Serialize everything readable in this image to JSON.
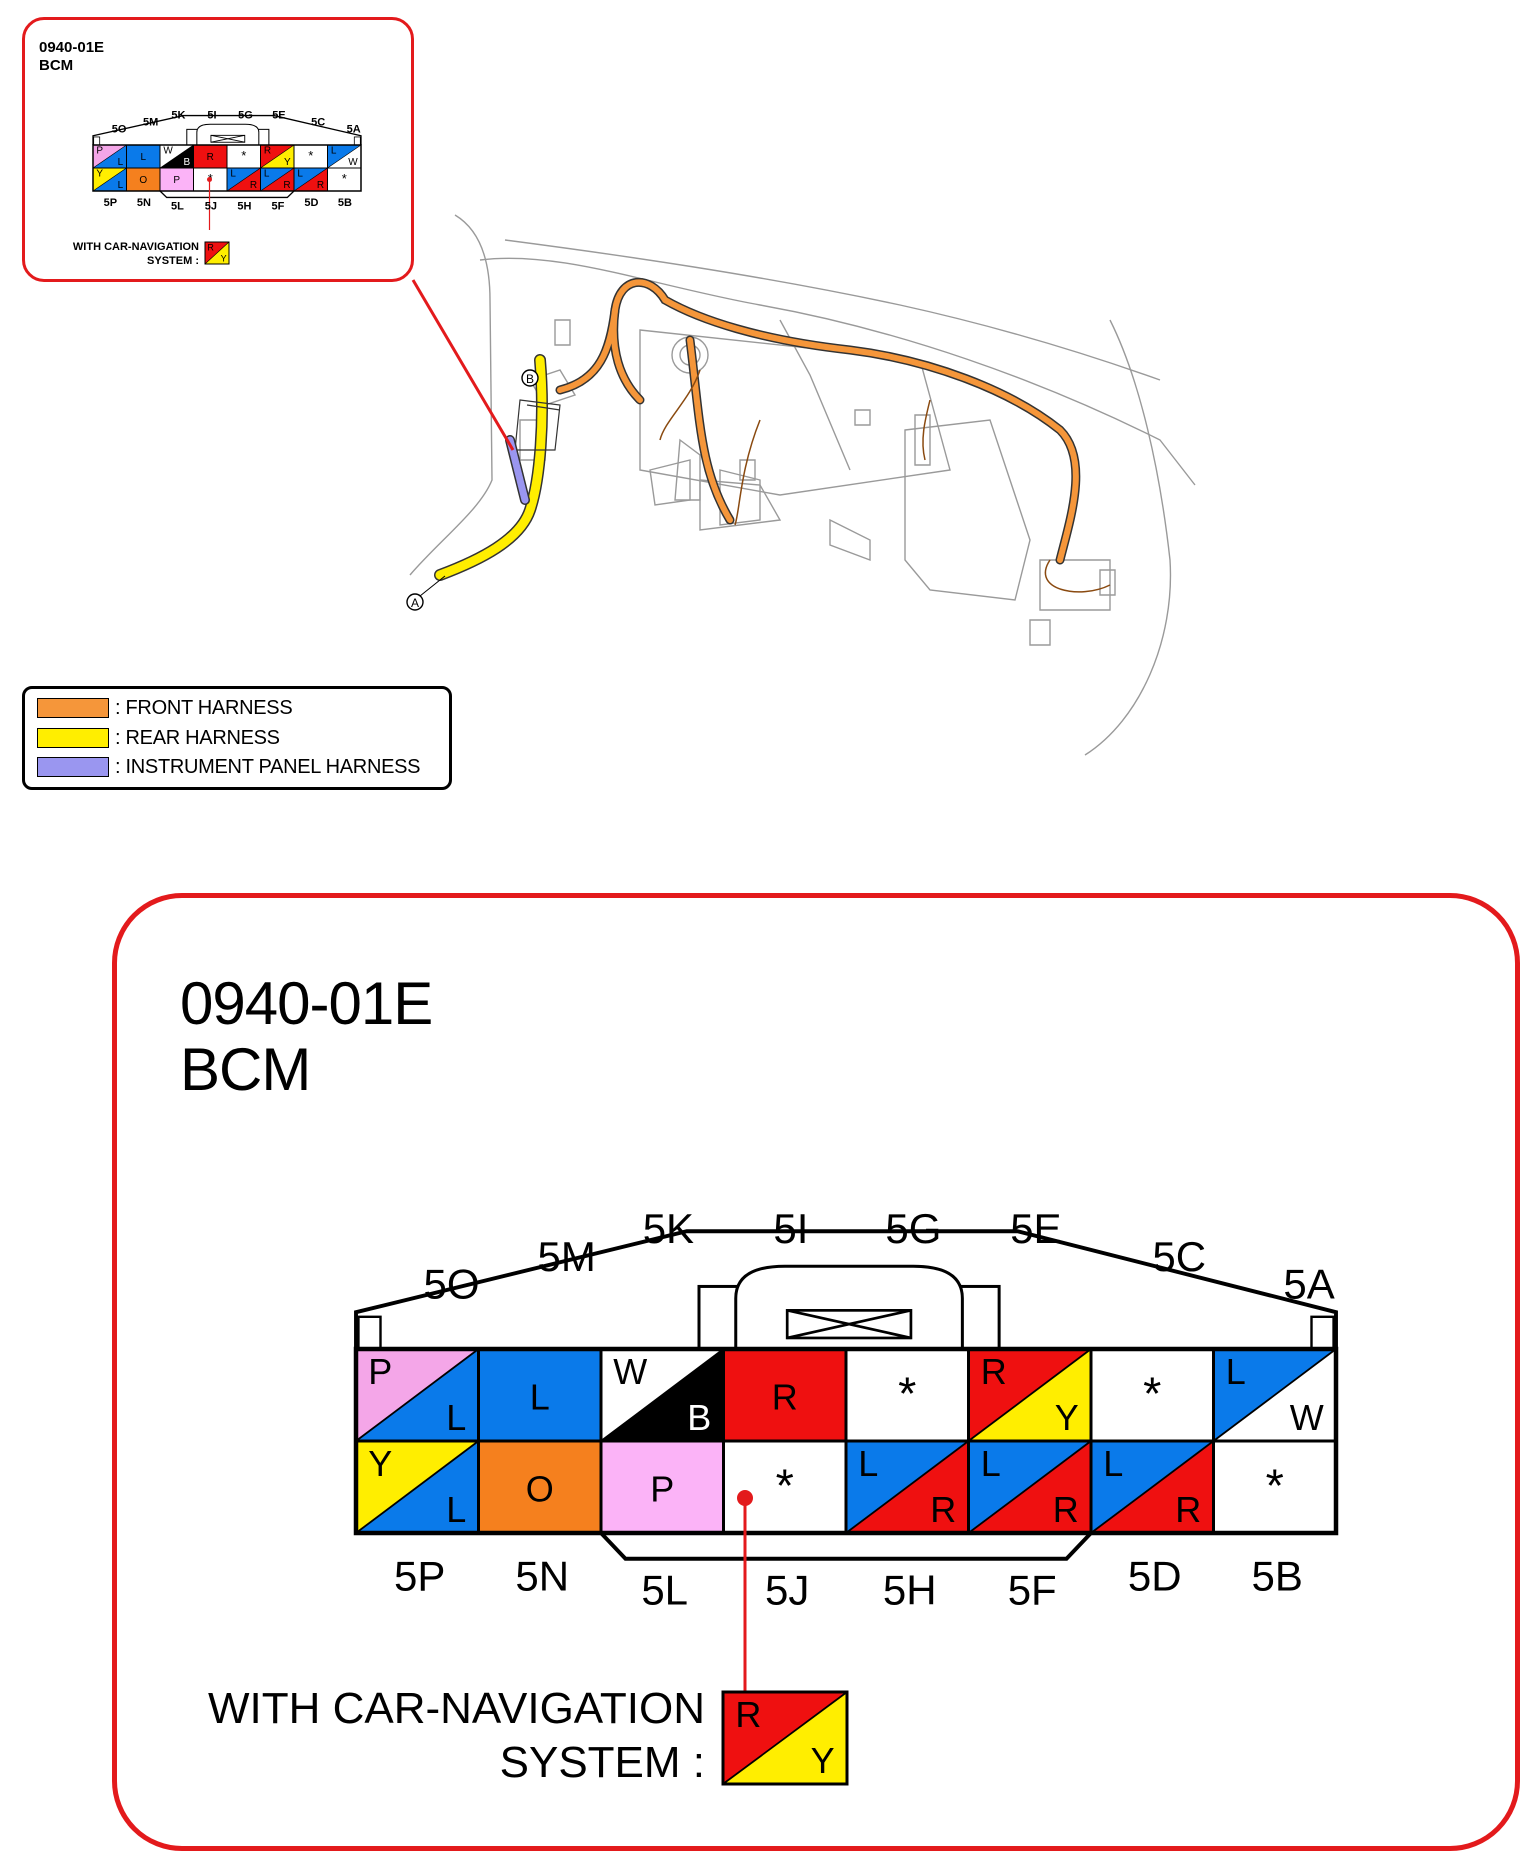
{
  "connector": {
    "code": "0940-01E",
    "name": "BCM"
  },
  "pin_labels_top": [
    "5O",
    "5M",
    "5K",
    "5I",
    "5G",
    "5E",
    "5C",
    "5A"
  ],
  "pin_labels_bottom": [
    "5P",
    "5N",
    "5L",
    "5J",
    "5H",
    "5F",
    "5D",
    "5B"
  ],
  "pins_top": [
    {
      "pin": "5O",
      "c1": "#f4a6e8",
      "t1": "P",
      "c2": "#0a7aea",
      "t2": "L"
    },
    {
      "pin": "5M",
      "c1": "#0a7aea",
      "t1": "L"
    },
    {
      "pin": "5K",
      "c1": "#ffffff",
      "t1": "W",
      "c2": "#000000",
      "t2": "B"
    },
    {
      "pin": "5I",
      "c1": "#ef1010",
      "t1": "R"
    },
    {
      "pin": "5G",
      "c1": "#ffffff",
      "t1": "*"
    },
    {
      "pin": "5E",
      "c1": "#ef1010",
      "t1": "R",
      "c2": "#ffee00",
      "t2": "Y"
    },
    {
      "pin": "5C",
      "c1": "#ffffff",
      "t1": "*"
    },
    {
      "pin": "5A",
      "c1": "#0a7aea",
      "t1": "L",
      "c2": "#ffffff",
      "t2": "W"
    }
  ],
  "pins_bottom": [
    {
      "pin": "5P",
      "c1": "#ffee00",
      "t1": "Y",
      "c2": "#0a7aea",
      "t2": "L"
    },
    {
      "pin": "5N",
      "c1": "#f5801e",
      "t1": "O"
    },
    {
      "pin": "5L",
      "c1": "#fbb3f7",
      "t1": "P"
    },
    {
      "pin": "5J",
      "c1": "#ffffff",
      "t1": "*"
    },
    {
      "pin": "5H",
      "c1": "#0a7aea",
      "t1": "L",
      "c2": "#ef1010",
      "t2": "R"
    },
    {
      "pin": "5F",
      "c1": "#0a7aea",
      "t1": "L",
      "c2": "#ef1010",
      "t2": "R"
    },
    {
      "pin": "5D",
      "c1": "#0a7aea",
      "t1": "L",
      "c2": "#ef1010",
      "t2": "R"
    },
    {
      "pin": "5B",
      "c1": "#ffffff",
      "t1": "*"
    }
  ],
  "nav_option": {
    "line1": "WITH CAR-NAVIGATION",
    "line2": "SYSTEM :",
    "c1": "#ef1010",
    "t1": "R",
    "c2": "#ffee00",
    "t2": "Y"
  },
  "locators": {
    "a": "A",
    "b": "B"
  },
  "legend": [
    {
      "label": ": FRONT HARNESS",
      "color": "#f5963a"
    },
    {
      "label": ": REAR HARNESS",
      "color": "#ffee00"
    },
    {
      "label": ": INSTRUMENT PANEL HARNESS",
      "color": "#9a96f0"
    }
  ],
  "colors": {
    "callout_red": "#e31a1c",
    "front_harness": "#f5963a",
    "rear_harness": "#ffee00",
    "instrument_panel_harness": "#9a96f0"
  }
}
